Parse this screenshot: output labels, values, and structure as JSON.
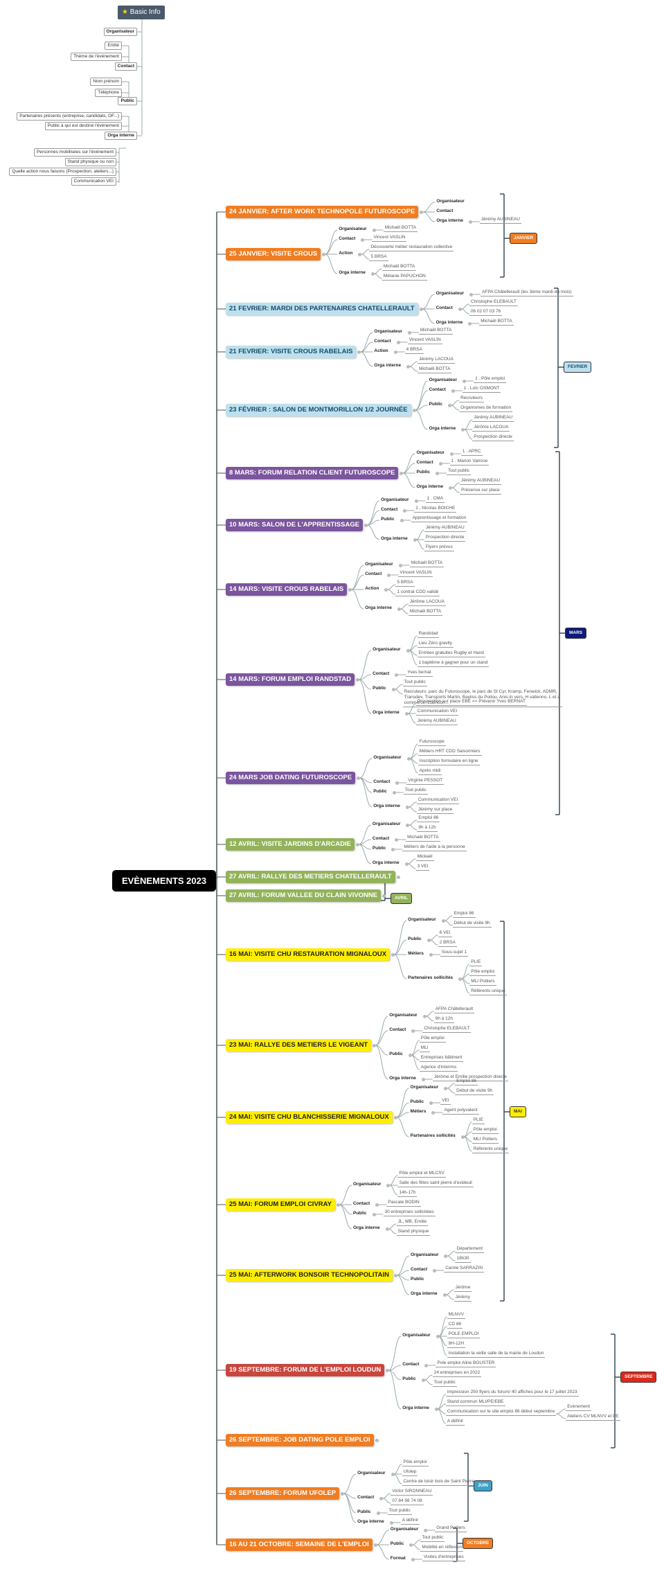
{
  "basic_info": {
    "title": "Basic Info",
    "icon": "star-icon",
    "items": [
      {
        "key": "Organisateur",
        "children": []
      },
      {
        "key": "Contact",
        "children": [
          "Entité",
          "Thème de l'événement"
        ]
      },
      {
        "key": "Public",
        "children": [
          "Nom prénom",
          "Téléphone"
        ]
      },
      {
        "key": "Orga interne",
        "children": [
          "Partenaires présents (entreprise, candidats, OF...)",
          "Public à qui est destiné l'événement"
        ]
      }
    ],
    "extra": [
      "Personnes mobilisées sur l'événement",
      "Stand physique ou non",
      "Quelle action nous faisons (Prospection, ateliers...)",
      "Communication VEI"
    ]
  },
  "root": {
    "title": "EVÈNEMENTS 2023"
  },
  "months": [
    {
      "id": "janvier",
      "label": "JANVIER",
      "color": "#f07d22",
      "text": "#fff"
    },
    {
      "id": "fevrier",
      "label": "FEVRIER",
      "color": "#bde0ee",
      "text": "#1a4a6a"
    },
    {
      "id": "mars",
      "label": "MARS",
      "color": "#0d1b7a",
      "text": "#fff"
    },
    {
      "id": "avril",
      "label": "AVRIL",
      "color": "#92b35a",
      "text": "#fff"
    },
    {
      "id": "mai",
      "label": "MAI",
      "color": "#ffee00",
      "text": "#333"
    },
    {
      "id": "septembre",
      "label": "SEPTEMBRE",
      "color": "#e0281e",
      "text": "#fff"
    },
    {
      "id": "juin",
      "label": "JUIN",
      "color": "#3fa0c8",
      "text": "#fff"
    },
    {
      "id": "octobre",
      "label": "OCTOBRE",
      "color": "#f07d22",
      "text": "#fff"
    }
  ],
  "events": [
    {
      "title": "24 JANVIER: AFTER WORK TECHNOPOLE FUTUROSCOPE",
      "color": "#f07d22",
      "text": "#fff",
      "fields": [
        {
          "key": "Organisateur",
          "values": []
        },
        {
          "key": "Contact",
          "values": []
        },
        {
          "key": "Orga interne",
          "values": [
            "Jérémy AUBINEAU"
          ]
        }
      ]
    },
    {
      "title": "25 JANVIER: VISITE CROUS",
      "color": "#f07d22",
      "text": "#fff",
      "fields": [
        {
          "key": "Organisateur",
          "values": [
            "Michaël BOTTA"
          ]
        },
        {
          "key": "Contact",
          "values": [
            "Vincent VASLIN"
          ]
        },
        {
          "key": "Action",
          "values": [
            "Découverte métier restauration collective",
            "5 BRSA"
          ]
        },
        {
          "key": "Orga interne",
          "values": [
            "Michaël BOTTA",
            "Mélanie PAPUCHON"
          ]
        }
      ]
    },
    {
      "title": "21 FEVRIER: MARDI DES PARTENAIRES CHATELLERAULT",
      "color": "#bde0ee",
      "text": "#1a4a6a",
      "fields": [
        {
          "key": "Organisateur",
          "values": [
            "AFPA Châtellerault (les 3ème mardi du mois)"
          ]
        },
        {
          "key": "Contact",
          "values": [
            "Christophe ELEBAULT",
            "06 02 07 03 76"
          ]
        },
        {
          "key": "Orga interne",
          "values": [
            "Michaël BOTTA"
          ]
        }
      ]
    },
    {
      "title": "21 FEVRIER: VISITE CROUS RABELAIS",
      "color": "#bde0ee",
      "text": "#1a4a6a",
      "fields": [
        {
          "key": "Organisateur",
          "values": [
            "Michaël BOTTA"
          ]
        },
        {
          "key": "Contact",
          "values": [
            "Vincent VASLIN"
          ]
        },
        {
          "key": "Action",
          "values": [
            "4 BRSA"
          ]
        },
        {
          "key": "Orga interne",
          "values": [
            "Jérémy LACOUA",
            "Michaël BOTTA"
          ]
        }
      ]
    },
    {
      "title": "23 FÉVRIER : SALON DE MONTMORILLON 1/2 JOURNÉE",
      "color": "#bde0ee",
      "text": "#1a4a6a",
      "fields": [
        {
          "key": "Organisateur",
          "values": [
            "1 . Pôle emploi"
          ]
        },
        {
          "key": "Contact",
          "values": [
            "1 . Loïc OSMONT"
          ]
        },
        {
          "key": "Public",
          "values": [
            "Recruteurs",
            "Organismes de formation"
          ]
        },
        {
          "key": "Orga interne",
          "values": [
            "Jérémy AUBINEAU",
            "Jérôme LACOUA",
            "Prospection directe"
          ]
        }
      ]
    },
    {
      "title": "8 MARS: FORUM RELATION CLIENT FUTUROSCOPE",
      "color": "#7b559e",
      "text": "#fff",
      "fields": [
        {
          "key": "Organisateur",
          "values": [
            "1 . APRC"
          ]
        },
        {
          "key": "Contact",
          "values": [
            "1 . Manon Vatrose"
          ]
        },
        {
          "key": "Public",
          "values": [
            "Tout public"
          ]
        },
        {
          "key": "Orga interne",
          "values": [
            "Jérémy AUBINEAU",
            "Présence sur place"
          ]
        }
      ]
    },
    {
      "title": "10 MARS: SALON DE L'APPRENTISSAGE",
      "color": "#7b559e",
      "text": "#fff",
      "fields": [
        {
          "key": "Organisateur",
          "values": [
            "1 . CMA"
          ]
        },
        {
          "key": "Contact",
          "values": [
            "1 . Nicolas BOICHE"
          ]
        },
        {
          "key": "Public",
          "values": [
            "Apprentissage et formation"
          ]
        },
        {
          "key": "Orga interne",
          "values": [
            "Jérémy AUBINEAU",
            "Prospection directe",
            "Flyers prévus"
          ]
        }
      ]
    },
    {
      "title": "14 MARS: VISITE CROUS RABELAIS",
      "color": "#7b559e",
      "text": "#fff",
      "fields": [
        {
          "key": "Organisateur",
          "values": [
            "Michaël BOTTA"
          ]
        },
        {
          "key": "Contact",
          "values": [
            "Vincent VASLIN"
          ]
        },
        {
          "key": "Action",
          "values": [
            "5 BRSA",
            "1 contrat CDD validé"
          ]
        },
        {
          "key": "Orga interne",
          "values": [
            "Jérôme LACOUA",
            "Michaël BOTTA"
          ]
        }
      ]
    },
    {
      "title": "14 MARS: FORUM EMPLOI RANDSTAD",
      "color": "#7b559e",
      "text": "#fff",
      "fields": [
        {
          "key": "Organisateur",
          "values": [
            "Randstad",
            "Lieu Zéro gravity",
            "Entrées gratuites Rugby et Hand",
            "1 baptême à gagner pour un stand"
          ]
        },
        {
          "key": "Contact",
          "values": [
            "Yves bernat"
          ]
        },
        {
          "key": "Public",
          "values": [
            "Tout public",
            "Recruteurs: parc du Futuroscope, le parc de St Cyr, Kramp, Fenwick, ADMR, Transdev, Transports Martin, Bayliss du Poitou, Anis-in vers, H vallenno, L et a commerce, Lubricon..."
          ]
        },
        {
          "key": "Orga interne",
          "values": [
            "Prospection sur place EBE => Prévenir Yves BERNAT",
            "Communication VEI",
            "Jérémy AUBINEAU"
          ]
        }
      ]
    },
    {
      "title": "24 MARS JOB DATING FUTUROSCOPE",
      "color": "#7b559e",
      "text": "#fff",
      "fields": [
        {
          "key": "Organisateur",
          "values": [
            "Futuroscope",
            "Métiers HRT CDD Saisonniers",
            "Inscription formulaire en ligne",
            "Après midi"
          ]
        },
        {
          "key": "Contact",
          "values": [
            "Virginie PESSOT"
          ]
        },
        {
          "key": "Public",
          "values": [
            "Tout public"
          ]
        },
        {
          "key": "Orga interne",
          "values": [
            "Communication VEI",
            "Jérémy sur place"
          ]
        }
      ]
    },
    {
      "title": "12 AVRIL: VISITE JARDINS D'ARCADIE",
      "color": "#92b35a",
      "text": "#fff",
      "fields": [
        {
          "key": "Organisateur",
          "values": [
            "Emploi 86",
            "9h à 12h"
          ]
        },
        {
          "key": "Contact",
          "values": [
            "Michaël BOTTA"
          ]
        },
        {
          "key": "Public",
          "values": [
            "Métiers de l'aide à la personne"
          ]
        },
        {
          "key": "Orga interne",
          "values": [
            "Mickaël",
            "3 VEI"
          ]
        }
      ]
    },
    {
      "title": "27 AVRIL: RALLYE DES METIERS CHATELLERAULT",
      "color": "#92b35a",
      "text": "#fff",
      "fields": []
    },
    {
      "title": "27 AVRIL: FORUM VALLEE DU CLAIN VIVONNE",
      "color": "#92b35a",
      "text": "#fff",
      "fields": []
    },
    {
      "title": "16 MAI: VISITE CHU RESTAURATION MIGNALOUX",
      "color": "#ffee00",
      "text": "#222",
      "fields": [
        {
          "key": "Organisateur",
          "values": [
            "Emploi 86",
            "Début de visite 9h"
          ]
        },
        {
          "key": "Public",
          "values": [
            "6 VEI",
            "2 BRSA"
          ]
        },
        {
          "key": "Métiers",
          "values": [
            "Sous-sujet 1"
          ]
        },
        {
          "key": "Partenaires sollicités",
          "values": [
            "PLIE",
            "Pôle emploi",
            "MLI Poitiers",
            "Référents unique"
          ]
        }
      ]
    },
    {
      "title": "23 MAI: RALLYE DES METIERS LE VIGEANT",
      "color": "#ffee00",
      "text": "#222",
      "fields": [
        {
          "key": "Organisateur",
          "values": [
            "AFPA Châtellerault",
            "9h à 12h"
          ]
        },
        {
          "key": "Contact",
          "values": [
            "Christophe ELEBAULT"
          ]
        },
        {
          "key": "Public",
          "values": [
            "Pôle emploi",
            "MLI",
            "Entreprises bâtiment",
            "Agence d'interims"
          ]
        },
        {
          "key": "Orga interne",
          "values": [
            "Jérôme et Emilie prospection directe"
          ]
        }
      ]
    },
    {
      "title": "24 MAI: VISITE CHU BLANCHISSERIE MIGNALOUX",
      "color": "#ffee00",
      "text": "#222",
      "fields": [
        {
          "key": "Organisateur",
          "values": [
            "Emploi 86",
            "Début de visite 9h"
          ]
        },
        {
          "key": "Public",
          "values": [
            "VEI"
          ]
        },
        {
          "key": "Métiers",
          "values": [
            "Agent polyvalent"
          ]
        },
        {
          "key": "Partenaires sollicités",
          "values": [
            "PLIE",
            "Pôle emploi",
            "MLI Poitiers",
            "Référents unique"
          ]
        }
      ]
    },
    {
      "title": "25 MAI: FORUM EMPLOI CIVRAY",
      "color": "#ffee00",
      "text": "#222",
      "fields": [
        {
          "key": "Organisateur",
          "values": [
            "Pôle emploi et MLCSV",
            "Salle des fêtes saint pierre d'exideuil",
            "14h-17h"
          ]
        },
        {
          "key": "Contact",
          "values": [
            "Pascale BODIN"
          ]
        },
        {
          "key": "Public",
          "values": [
            "30 entreprises sollicitées"
          ]
        },
        {
          "key": "Orga interne",
          "values": [
            "JL, MB, Emilie",
            "Stand physique"
          ]
        }
      ]
    },
    {
      "title": "25 MAI: AFTERWORK BONSOIR TECHNOPOLITAIN",
      "color": "#ffee00",
      "text": "#222",
      "fields": [
        {
          "key": "Organisateur",
          "values": [
            "Département",
            "18h30"
          ]
        },
        {
          "key": "Contact",
          "values": [
            "Carole SARRAZIN"
          ]
        },
        {
          "key": "Public",
          "values": []
        },
        {
          "key": "Orga interne",
          "values": [
            "Jérôme",
            "Jérémy"
          ]
        }
      ]
    },
    {
      "title": "19 SEPTEMBRE: FORUM DE L'EMPLOI LOUDUN",
      "color": "#c9463d",
      "text": "#fff",
      "fields": [
        {
          "key": "Organisateur",
          "values": [
            "MLNVV",
            "CD 86",
            "POLE EMPLOI",
            "9H-12H",
            "Installation la veille salle de la mairie de Loudun"
          ]
        },
        {
          "key": "Contact",
          "values": [
            "Pole emploi Aline BOUSTER"
          ]
        },
        {
          "key": "Public",
          "values": [
            "24 entreprises en 2022",
            "Tout public"
          ]
        },
        {
          "key": "Orga interne",
          "values": [
            "Impression 250 flyers du forum/ 40 affiches pour le 17 juillet 2023",
            "Stand commun MLI/PE/EBE",
            "Communication sur le site emploi 86 début septembre",
            "A définir"
          ]
        }
      ],
      "extra": {
        "parent": "Communication sur le site emploi 86 début septembre",
        "values": [
          "Evènement",
          "Ateliers CV MLNVV et PE"
        ]
      }
    },
    {
      "title": "26 SEPTEMBRE: JOB DATING POLE EMPLOI",
      "color": "#f07d22",
      "text": "#fff",
      "fields": []
    },
    {
      "title": "26 SEPTEMBRE: FORUM UFOLEP",
      "color": "#f07d22",
      "text": "#fff",
      "fields": [
        {
          "key": "Organisateur",
          "values": [
            "Pôle emploi",
            "Ufolep",
            "Centre de loisir bois de Saint Pierre"
          ]
        },
        {
          "key": "Contact",
          "values": [
            "Victor SIRONNEAU",
            "07 84 98 74 08"
          ]
        },
        {
          "key": "Public",
          "values": [
            "Tout public"
          ]
        },
        {
          "key": "Orga interne",
          "values": [
            "A définir"
          ]
        }
      ]
    },
    {
      "title": "16 AU 21 OCTOBRE: SEMAINE DE L'EMPLOI",
      "color": "#f07d22",
      "text": "#fff",
      "fields": [
        {
          "key": "Organisateur",
          "values": [
            "Grand Poitiers"
          ]
        },
        {
          "key": "Public",
          "values": [
            "Tout public",
            "Mobilité en réflexion"
          ]
        },
        {
          "key": "Format",
          "values": [
            "Visites d'entreprises"
          ]
        }
      ]
    }
  ]
}
